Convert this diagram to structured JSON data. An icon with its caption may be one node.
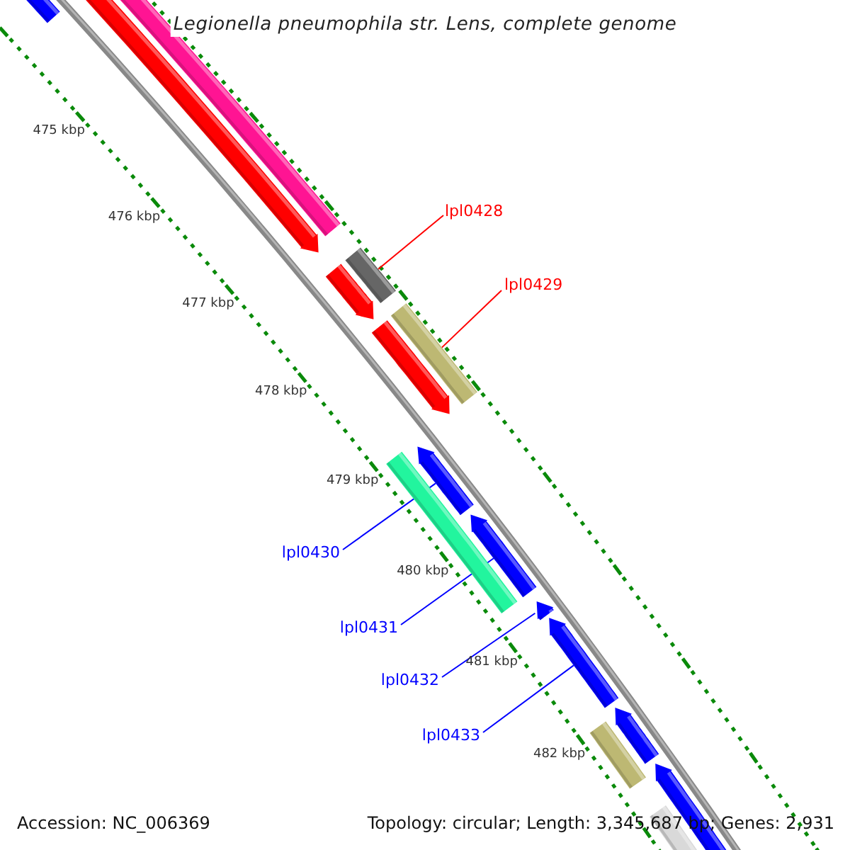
{
  "diagram": {
    "title": "Legionella pneumophila str. Lens, complete genome",
    "nodes": [
      {
        "text": [
          "lpl0428"
        ]
      },
      {
        "text": [],
        "shape": "bar"
      },
      {
        "text": [
          "lpl0429"
        ]
      },
      {
        "text": [],
        "shape": "bar"
      },
      {
        "text": [
          "lpl0430"
        ]
      },
      {
        "text": [],
        "shape": "arrow"
      },
      {
        "text": [
          "lpl0431"
        ]
      },
      {
        "text": [],
        "shape": "arrow"
      },
      {
        "text": [
          "lpl0432"
        ]
      },
      {
        "text": [],
        "shape": "arrow"
      },
      {
        "text": [
          "lpl0433"
        ]
      },
      {
        "text": [],
        "shape": "arrow"
      },
      {
        "text": [],
        "shape": "arrow"
      },
      {
        "text": [],
        "shape": "arrow"
      },
      {
        "text": [],
        "shape": "bar"
      },
      {
        "text": [],
        "shape": "arrow"
      },
      {
        "text": [],
        "shape": "arrow"
      },
      {
        "text": [],
        "shape": "bar"
      },
      {
        "text": [],
        "shape": "bar"
      },
      {
        "text": [],
        "shape": "arrow"
      },
      {
        "text": [],
        "shape": "arrow"
      },
      {
        "text": [],
        "shape": "bar"
      }
    ],
    "edges": [
      {
        "from": 0,
        "to": 1,
        "arrow": "none",
        "color": "#ff0000"
      },
      {
        "from": 2,
        "to": 3,
        "arrow": "none",
        "color": "#ff0000"
      },
      {
        "from": 4,
        "to": 5,
        "arrow": "none"
      },
      {
        "from": 6,
        "to": 7,
        "arrow": "none"
      },
      {
        "from": 8,
        "to": 9,
        "arrow": "none"
      },
      {
        "from": 10,
        "to": 11,
        "arrow": "none"
      }
    ],
    "labels": [
      "475 kbp",
      "476 kbp",
      "477 kbp",
      "478 kbp",
      "479 kbp",
      "480 kbp",
      "481 kbp",
      "482 kbp",
      "Accession: NC_006369",
      "Topology: circular; Length: 3,345,687 bp; Genes: 2,931"
    ]
  }
}
